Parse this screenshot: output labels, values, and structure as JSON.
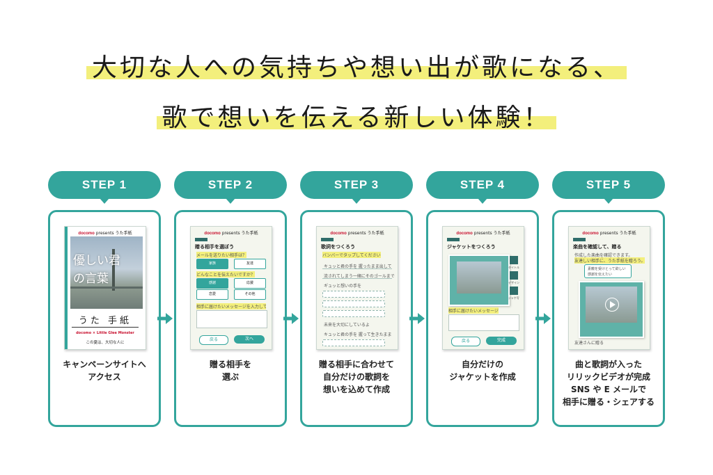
{
  "headline": {
    "line1": "大切な人への気持ちや想い出が歌になる、",
    "line2": "歌で想いを伝える新しい体験！"
  },
  "colors": {
    "accent": "#33a59c",
    "highlight": "#f3ef7c"
  },
  "steps": [
    {
      "label": "STEP 1",
      "caption": [
        "キャンペーンサイトへ",
        "アクセス"
      ],
      "screen": {
        "brand": "docomo",
        "presents": "presents",
        "title": "うた手紙",
        "hero": "優しい君の言葉",
        "logo": "うた 手紙",
        "collab": "docomo × Little Glee Monster",
        "footer": "この夏は、大切な人に"
      }
    },
    {
      "label": "STEP 2",
      "caption": [
        "贈る相手を",
        "選ぶ"
      ],
      "screen": {
        "heading": "贈る相手を選ぼう",
        "q1": "メールを送りたい相手は？",
        "options1": [
          "家族",
          "友達"
        ],
        "q2": "どんなことを伝えたいですか？",
        "options2": [
          "感謝",
          "応援",
          "恋愛",
          "その他"
        ],
        "q3": "相手に届けたいメッセージを入力してください",
        "back": "戻る",
        "next": "次へ"
      }
    },
    {
      "label": "STEP 3",
      "caption": [
        "贈る相手に合わせて",
        "自分だけの歌詞を",
        "想いを込めて作成"
      ],
      "screen": {
        "heading": "歌詞をつくろう",
        "sub": "バンバーでタップしてください",
        "lyric_lines": [
          "キュッと君の手を 握ったまま出して",
          "流されてしまう一緒にそのゴールまで",
          "ギュッと想いの手を",
          "",
          "",
          "",
          "",
          "未来を大切にしているよ",
          "キュッと君の手を 握って生きたまま"
        ]
      }
    },
    {
      "label": "STEP 4",
      "caption": [
        "自分だけの",
        "ジャケットを作成"
      ],
      "screen": {
        "heading": "ジャケットをつくろう",
        "side": [
          "タイトル",
          "デザイン",
          "ジャケ写"
        ],
        "msg_label": "相手に届けたいメッセージ",
        "back": "戻る",
        "done": "完成"
      }
    },
    {
      "label": "STEP 5",
      "caption": [
        "曲と歌詞が入った",
        "リリックビデオが完成",
        "SNS や E メールで",
        "相手に贈る・シェアする"
      ],
      "screen": {
        "heading": "楽曲を確認して、贈る",
        "sub": "作成した楽曲を確認できます。",
        "sub2": "友達しい相手に、うた手紙を贈ろう。",
        "bubble": [
          "素敵を受けとって欲しい",
          "感謝を伝えたい"
        ],
        "footer": "友達さんに贈る"
      }
    }
  ]
}
